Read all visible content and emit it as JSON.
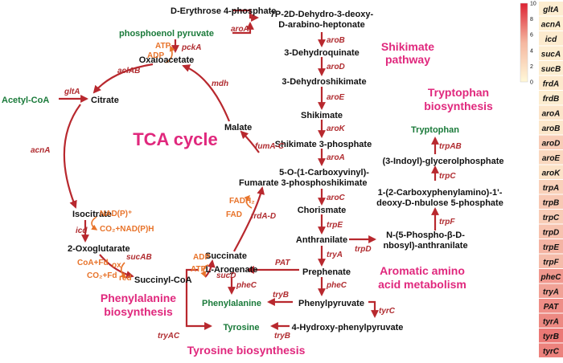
{
  "pathways": {
    "shikimate": [
      "Shikimate",
      "pathway"
    ],
    "tca": "TCA cycle",
    "tryptophan": [
      "Tryptophan",
      "biosynthesis"
    ],
    "aromatic": [
      "Aromatic amino",
      "acid metabolism"
    ],
    "phenylalanine": [
      "Phenylalanine",
      "biosynthesis"
    ],
    "tyrosine": "Tyrosine biosynthesis"
  },
  "metabolites": {
    "e4p": "D-Erythrose 4-phosphate",
    "dahp": [
      "7P-2D-Dehydro-3-deoxy-",
      "D-arabino-heptonate"
    ],
    "pep": "phosphoenol pyruvate",
    "dhq": "3-Dehydroquinate",
    "dhs": "3-Dehydroshikimate",
    "shikimate": "Shikimate",
    "s3p": "Shikimate 3-phosphate",
    "epsp": [
      "5-O-(1-Carboxyvinyl)-",
      "3-phosphoshikimate"
    ],
    "chorismate": "Chorismate",
    "anthranilate": "Anthranilate",
    "prpp_anth": [
      "N-(5-Phospho-β-D-",
      "nbosyl)-anthranilate"
    ],
    "cdrp": [
      "1-(2-Carboxyphenylamino)-1'-",
      "deoxy-D-nbulose 5-phosphate"
    ],
    "igp": "(3-Indoyl)-glycerolphosphate",
    "tryptophan": "Tryptophan",
    "prephenate": "Prephenate",
    "phenylpyruvate": "Phenylpyruvate",
    "hpp": "4-Hydroxy-phenylpyruvate",
    "arogenate": "L-Arogenate",
    "phenylalanine": "Phenylalanine",
    "tyrosine": "Tyrosine",
    "oaa": "Oxaloacetate",
    "acetylcoa": "Acetyl-CoA",
    "citrate": "Citrate",
    "isocitrate": "Isocitrate",
    "oxoglutarate": "2-Oxoglutarate",
    "succinylcoa": "Succinyl-CoA",
    "succinate": "Succinate",
    "fumarate": "Fumarate",
    "malate": "Malate"
  },
  "enzymes": {
    "aroA1": "aroA",
    "aroB": "aroB",
    "aroD": "aroD",
    "aroE": "aroE",
    "aroK": "aroK",
    "aroA2": "aroA",
    "aroC": "aroC",
    "trpE": "trpE",
    "tryA": "tryA",
    "trpD": "trpD",
    "trpF": "trpF",
    "trpC": "trpC",
    "trpAB": "trpAB",
    "PAT": "PAT",
    "pheC1": "pheC",
    "pheC2": "pheC",
    "tryB1": "tryB",
    "tryB2": "tryB",
    "tyrC": "tyrC",
    "tryAC": "tryAC",
    "pckA": "pckA",
    "aclAB": "aclAB",
    "gltA": "gltA",
    "acnA": "acnA",
    "icd": "icd",
    "sucAB": "sucAB",
    "sucD": "sucD",
    "frdAD": "frdA-D",
    "fumAC": "fumA-C",
    "mdh": "mdh"
  },
  "cofactors": {
    "atp1": "ATP",
    "adp1": "ADP",
    "nadp": "NAD(P)⁺",
    "co2nadph": "CO₂+NAD(P)H",
    "coafd": "CoA+Fd",
    "ox": "ox",
    "co2fd": "CO₂+Fd",
    "red": "red",
    "atp2": "ATP",
    "adp2": "ADP",
    "fadh2": "FADH₂",
    "fad": "FAD"
  },
  "heatmap": {
    "colorbar": {
      "ticks": [
        "10",
        "8",
        "6",
        "4",
        "2",
        "0"
      ],
      "min": 0,
      "max": 10,
      "low_color": "#fff8d8",
      "high_color": "#dd2233"
    },
    "genes": [
      {
        "name": "gltA",
        "level": 0.5
      },
      {
        "name": "acnA",
        "level": 0.4
      },
      {
        "name": "icd",
        "level": 0.6
      },
      {
        "name": "sucA",
        "level": 0.5
      },
      {
        "name": "sucB",
        "level": 0.5
      },
      {
        "name": "frdA",
        "level": 0.7
      },
      {
        "name": "frdB",
        "level": 0.5
      },
      {
        "name": "aroA",
        "level": 0.9
      },
      {
        "name": "aroB",
        "level": 0.8
      },
      {
        "name": "aroD",
        "level": 2.0
      },
      {
        "name": "aroE",
        "level": 1.5
      },
      {
        "name": "aroK",
        "level": 1.0
      },
      {
        "name": "trpA",
        "level": 1.8
      },
      {
        "name": "trpB",
        "level": 2.2
      },
      {
        "name": "trpC",
        "level": 2.0
      },
      {
        "name": "trpD",
        "level": 2.5
      },
      {
        "name": "trpE",
        "level": 3.2
      },
      {
        "name": "trpF",
        "level": 2.8
      },
      {
        "name": "pheC",
        "level": 4.5
      },
      {
        "name": "tryA",
        "level": 4.0
      },
      {
        "name": "PAT",
        "level": 5.0
      },
      {
        "name": "tyrA",
        "level": 5.2
      },
      {
        "name": "tyrB",
        "level": 6.0
      },
      {
        "name": "tyrC",
        "level": 5.5
      }
    ]
  },
  "colors": {
    "arrow": "#b8282e",
    "metabolite": "#111111",
    "highlight_metabolite": "#1a7a3a",
    "enzyme": "#b02c30",
    "cofactor": "#e8732a",
    "pathway_label": "#e0287d"
  }
}
